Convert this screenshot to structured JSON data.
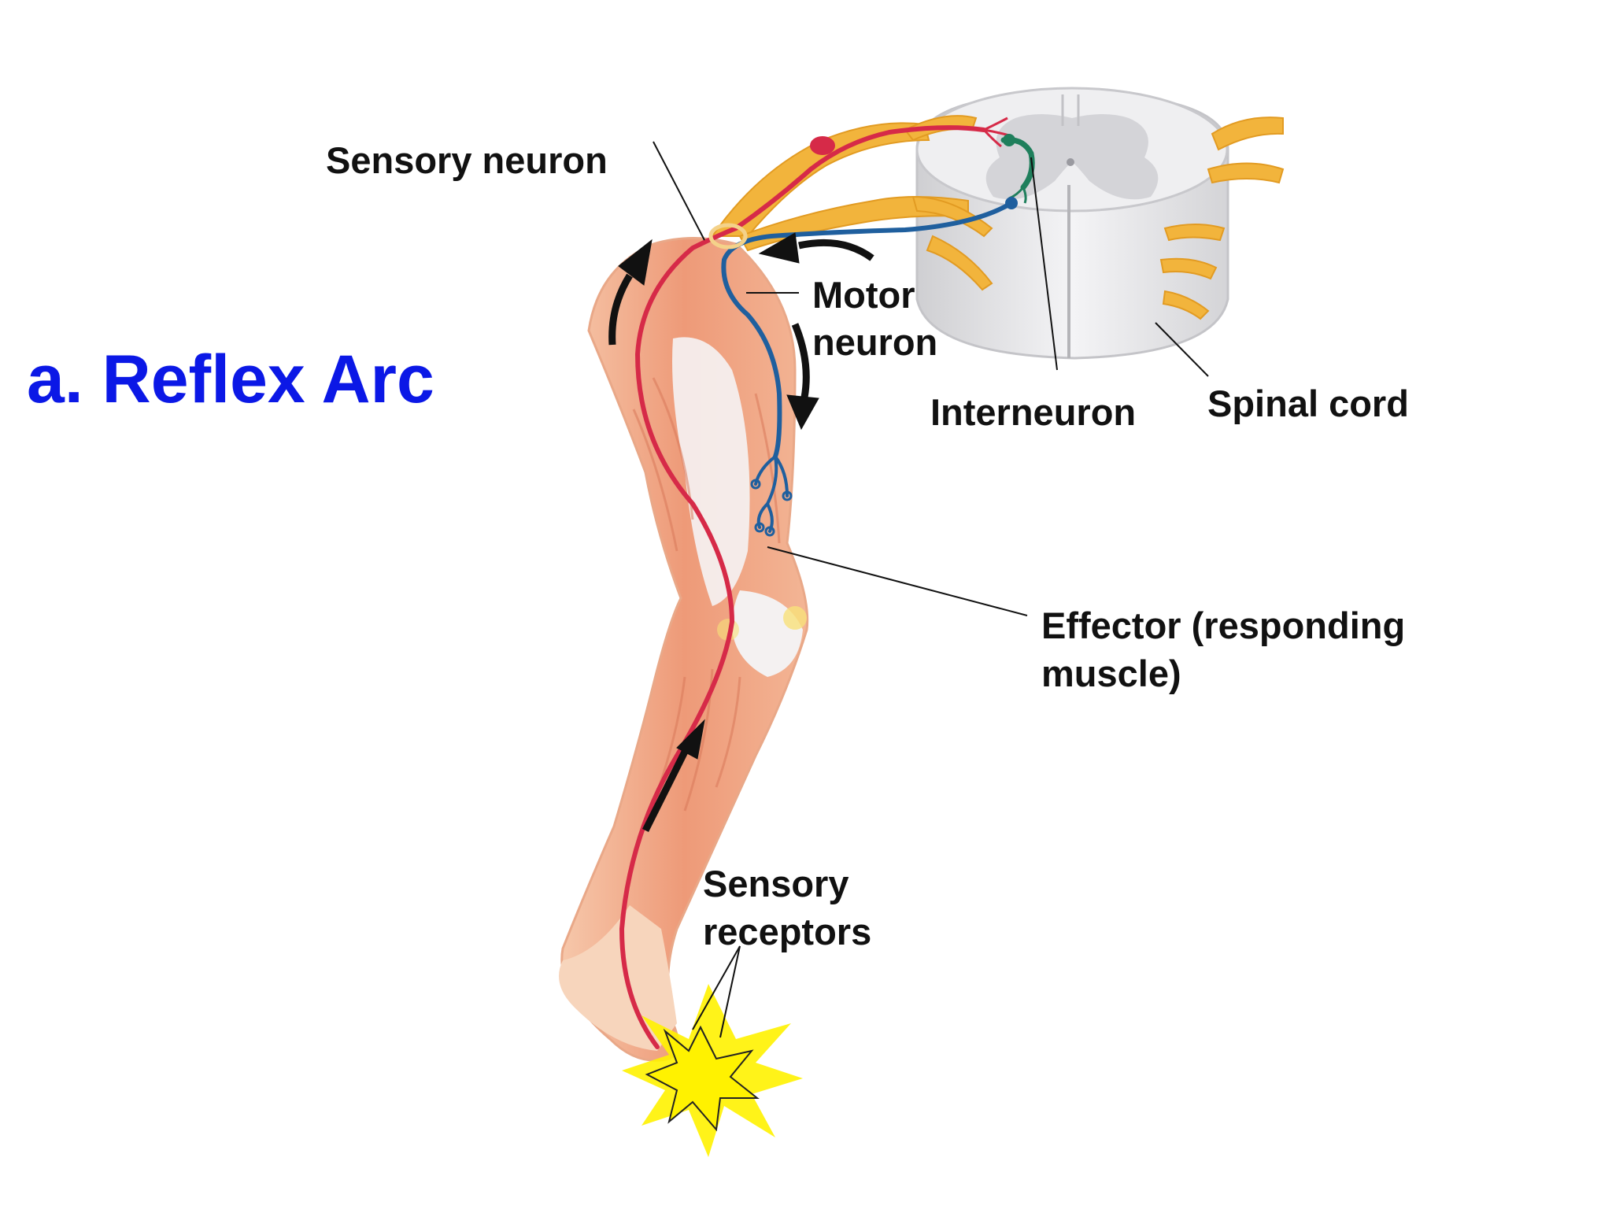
{
  "title": "a. Reflex Arc",
  "labels": {
    "sensory_neuron": "Sensory neuron",
    "motor_neuron_1": "Motor",
    "motor_neuron_2": "neuron",
    "interneuron": "Interneuron",
    "spinal_cord": "Spinal cord",
    "effector_1": "Effector (responding",
    "effector_2": "muscle)",
    "receptors_1": "Sensory",
    "receptors_2": "receptors"
  },
  "colors": {
    "title": "#0b18e6",
    "sensory_neuron": "#d62a48",
    "motor_neuron": "#1f5f9e",
    "interneuron": "#1f7f5c",
    "nerve": "#f2b43c",
    "spinal_cord": "#e4e4e6",
    "muscle": "#eb8f6a",
    "skin": "#f8d3b6",
    "stimulus": "#fff200"
  }
}
